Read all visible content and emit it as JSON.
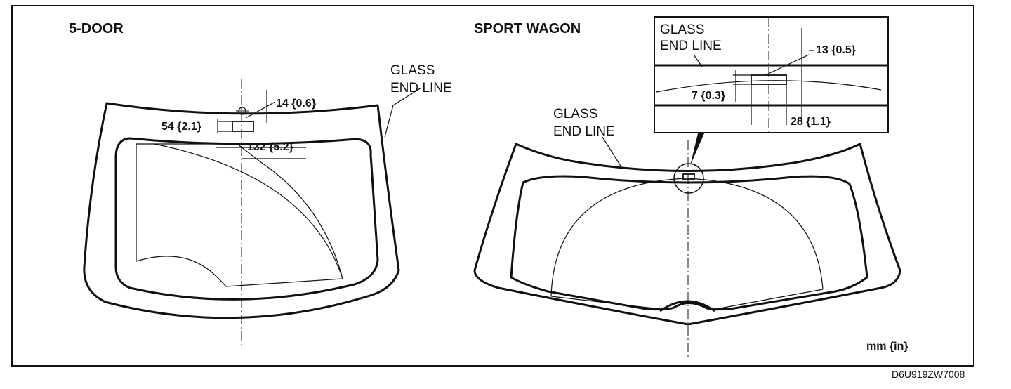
{
  "panel_left": {
    "title": "5-DOOR",
    "glass_label_line1": "GLASS",
    "glass_label_line2": "END LINE",
    "dim_top": "14 {0.6}",
    "dim_left": "54 {2.1}",
    "dim_bottom": "132 {5.2}"
  },
  "panel_right": {
    "title": "SPORT WAGON",
    "glass_label_line1": "GLASS",
    "glass_label_line2": "END LINE",
    "detail": {
      "glass_label_line1": "GLASS",
      "glass_label_line2": "END LINE",
      "dim_a": "13 {0.5}",
      "dim_b": "7 {0.3}",
      "dim_c": "28 {1.1}"
    }
  },
  "units": "mm {in}",
  "figure_code": "D6U919ZW7008"
}
